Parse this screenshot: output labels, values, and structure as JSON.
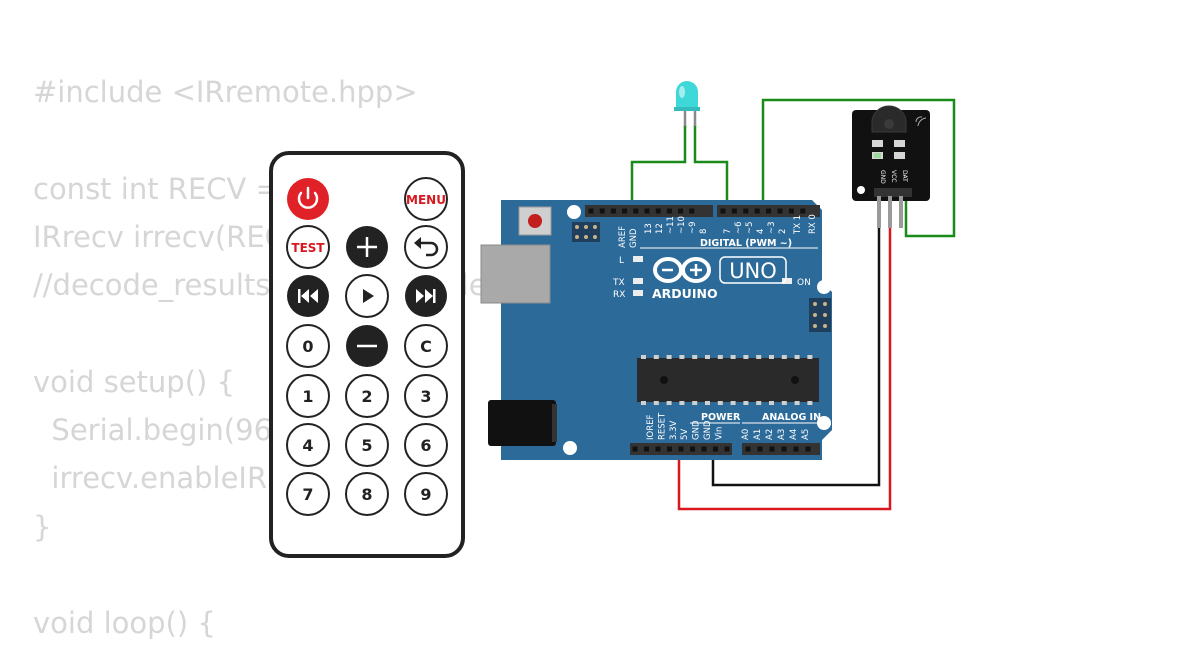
{
  "code_lines": [
    "#include <IRremote.hpp>",
    "",
    "const int RECV = 2;",
    "IRrecv irrecv(RECV);",
    "//decode_results results; // delete",
    "",
    "void setup() {",
    "  Serial.begin(9600);",
    "  irrecv.enableIRIn();",
    "}",
    "",
    "void loop() {"
  ],
  "remote": {
    "power_button": "power-icon",
    "menu_label": "MENU",
    "test_label": "TEST",
    "plus_button": "plus-icon",
    "back_button": "back-icon",
    "prev_button": "previous-icon",
    "play_button": "play-icon",
    "next_button": "next-icon",
    "key_0": "0",
    "minus_button": "minus-icon",
    "key_c": "C",
    "keys_row1": [
      "1",
      "2",
      "3"
    ],
    "keys_row2": [
      "4",
      "5",
      "6"
    ],
    "keys_row3": [
      "7",
      "8",
      "9"
    ]
  },
  "arduino": {
    "model_label": "UNO",
    "brand_label": "ARDUINO",
    "on_label": "ON",
    "l_label": "L",
    "tx_label": "TX",
    "rx_label": "RX",
    "digital_label": "DIGITAL (PWM ~)",
    "power_label": "POWER",
    "analog_label": "ANALOG IN",
    "top_pins": [
      "AREF",
      "GND",
      "13",
      "12",
      "~11",
      "~10",
      "~9",
      "8",
      "7",
      "~6",
      "~5",
      "4",
      "~3",
      "2",
      "TX 1",
      "RX 0"
    ],
    "power_pins": [
      "IOREF",
      "RESET",
      "3.3V",
      "5V",
      "GND",
      "GND",
      "Vin"
    ],
    "analog_pins": [
      "A0",
      "A1",
      "A2",
      "A3",
      "A4",
      "A5"
    ]
  },
  "ir_module": {
    "pin_labels": [
      "GND",
      "VCC",
      "DAT"
    ]
  },
  "colors": {
    "board": "#2c6a9a",
    "wire_green": "#1a8a1a",
    "wire_red": "#d9171f",
    "wire_black": "#111111",
    "led": "#3fd8d8",
    "power_button": "#e02127"
  }
}
